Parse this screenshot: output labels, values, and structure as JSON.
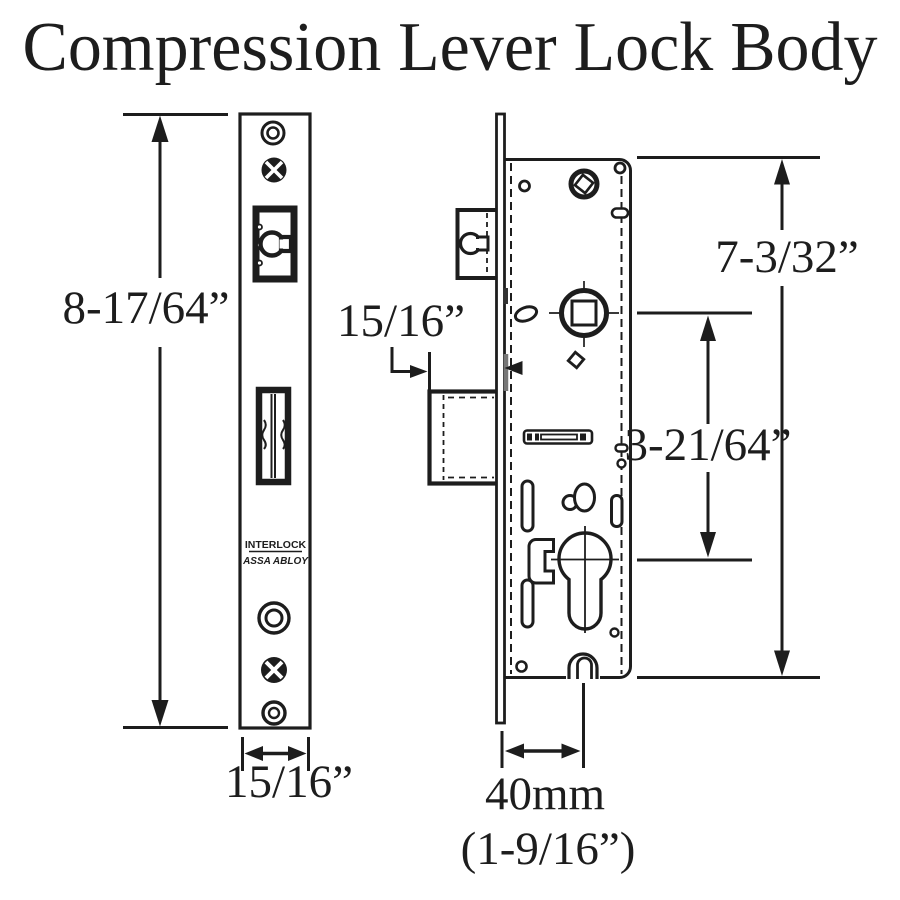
{
  "title": "Compression Lever Lock Body",
  "brand": {
    "line1": "INTERLOCK",
    "line2": "ASSA ABLOY"
  },
  "dimensions": {
    "faceplate_height": "8-17/64”",
    "faceplate_width": "15/16”",
    "bolt_projection": "15/16”",
    "case_height": "7-3/32”",
    "hub_to_cylinder": "3-21/64”",
    "backset_mm": "40mm",
    "backset_in": "(1-9/16”)"
  },
  "colors": {
    "line": "#1d1d1d",
    "background": "#ffffff"
  }
}
